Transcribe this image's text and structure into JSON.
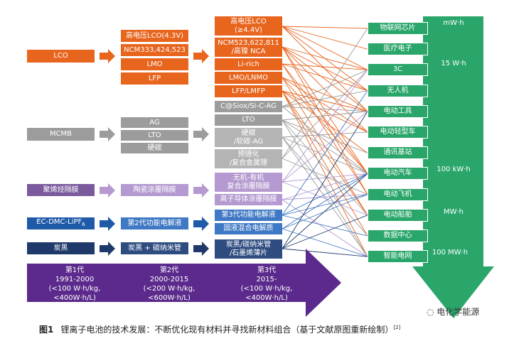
{
  "rows": {
    "cathode": {
      "origin": "LCO",
      "gen2": [
        "高电压LCO(4.3V)",
        "NCM333,424,523",
        "LMO",
        "LFP"
      ],
      "gen3": [
        "高电压LCO\n(≥4.4V)",
        "NCM523,622,811\n/高镍 NCA",
        "Li-rich",
        "LMO/LNMO",
        "LFP/LMFP"
      ]
    },
    "anode": {
      "origin": "MCMB",
      "gen2": [
        "AG",
        "LTO",
        "硬碳"
      ],
      "gen3": [
        "C@Siox/Si-C-AG",
        "LTO",
        "硬碳\n/软碳-AG",
        "预锂化\n/复合金属锂"
      ]
    },
    "separator": {
      "origin": "聚烯烃隔膜",
      "gen2": [
        "陶瓷涂覆隔膜"
      ],
      "gen3": [
        "无机-有机\n复合涂覆隔膜",
        "离子导体涂覆隔膜"
      ]
    },
    "electrolyte": {
      "origin": "EC-DMC-LiPF6",
      "gen2": [
        "第2代功能电解液"
      ],
      "gen3": [
        "第3代功能电解液",
        "固液混合电解质"
      ]
    },
    "conductor": {
      "origin": "炭黑",
      "gen2": [
        "炭黑 + 碳纳米管"
      ],
      "gen3": [
        "炭黑/碳纳米管\n/石墨烯薄片"
      ]
    }
  },
  "applications": [
    "物联网芯片",
    "医疗电子",
    "3C",
    "无人机",
    "电动工具",
    "电动轻型车",
    "通讯基站",
    "电动汽车",
    "电动飞机",
    "电动船舶",
    "数据中心",
    "智能电网"
  ],
  "scale_labels": [
    "mW·h",
    "15 W·h",
    "100 kW·h",
    "MW·h",
    "100 MW·h"
  ],
  "eras": [
    "第1代\n1991-2000\n(<100 W·h/kg, <400W·h/L)",
    "第2代\n2000-2015\n(<200 W·h/kg, <600W·h/L)",
    "第3代\n2015-\n(<100 W·h/kg, <400W·h/L)"
  ],
  "caption": {
    "label": "图1",
    "text": "锂离子电池的技术发展：不断优化现有材料并寻找新材料组合（基于文献原图重新绘制）",
    "ref": "[2]"
  },
  "watermark": "电化学能源",
  "colors": {
    "cathode": "#e8651e",
    "anode": "#9c9c9c",
    "separator": "#7a5a9c",
    "electrolyte": "#1f5aa8",
    "conductor": "#1f3a6a",
    "application": "#2aa66b",
    "era_arrow": "#5b2a8c"
  }
}
